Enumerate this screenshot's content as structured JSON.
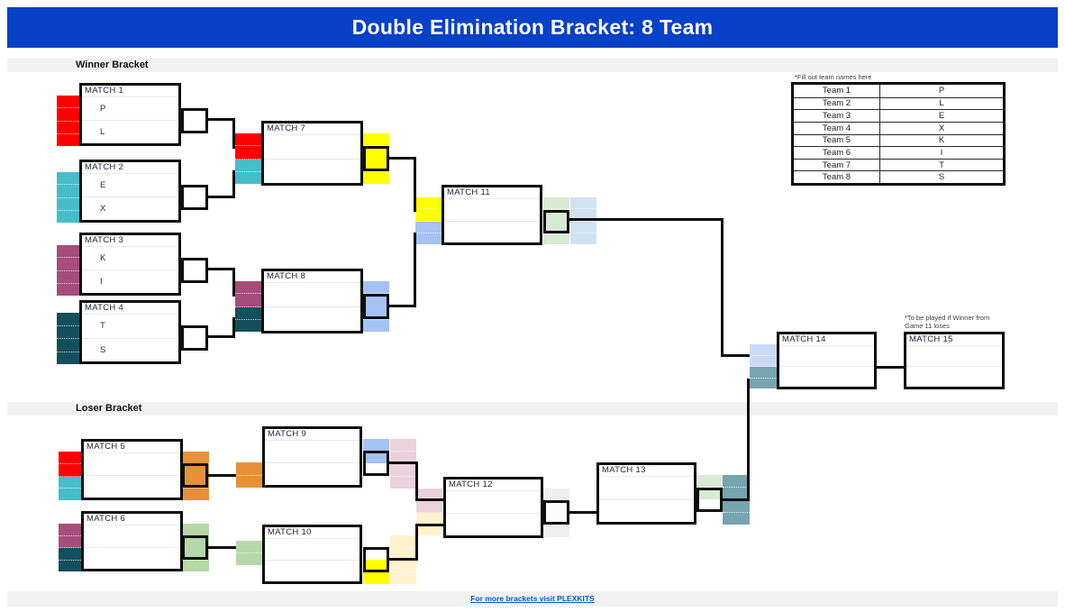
{
  "title": "Double Elimination Bracket: 8 Team",
  "sections": {
    "winner": "Winner Bracket",
    "loser": "Loser Bracket"
  },
  "notes": {
    "fill_teams": "*Fill out team names here",
    "m15_1": "*To be played if Winner from",
    "m15_2": "Game 11 loses"
  },
  "footer": {
    "link_text": "For more brackets visit PLEXKITS"
  },
  "teams": [
    {
      "name": "Team 1",
      "value": "P"
    },
    {
      "name": "Team 2",
      "value": "L"
    },
    {
      "name": "Team 3",
      "value": "E"
    },
    {
      "name": "Team 4",
      "value": "X"
    },
    {
      "name": "Team 5",
      "value": "K"
    },
    {
      "name": "Team 6",
      "value": "I"
    },
    {
      "name": "Team 7",
      "value": "T"
    },
    {
      "name": "Team 8",
      "value": "S"
    }
  ],
  "matches": {
    "m1": {
      "label": "MATCH 1",
      "top": "P",
      "bottom": "L"
    },
    "m2": {
      "label": "MATCH 2",
      "top": "E",
      "bottom": "X"
    },
    "m3": {
      "label": "MATCH 3",
      "top": "K",
      "bottom": "I"
    },
    "m4": {
      "label": "MATCH 4",
      "top": "T",
      "bottom": "S"
    },
    "m5": {
      "label": "MATCH 5"
    },
    "m6": {
      "label": "MATCH 6"
    },
    "m7": {
      "label": "MATCH 7"
    },
    "m8": {
      "label": "MATCH 8"
    },
    "m9": {
      "label": "MATCH 9"
    },
    "m10": {
      "label": "MATCH 10"
    },
    "m11": {
      "label": "MATCH 11"
    },
    "m12": {
      "label": "MATCH 12"
    },
    "m13": {
      "label": "MATCH 13"
    },
    "m14": {
      "label": "MATCH 14"
    },
    "m15": {
      "label": "MATCH 15"
    }
  },
  "palette": {
    "title_bar_blue": "#0641C8",
    "red": "#FF0000",
    "cyan": "#45BDCB",
    "dark_magenta": "#A64D79",
    "dark_teal": "#134F5C",
    "yellow": "#FFFF00",
    "light_cornflower": "#A4C2F4",
    "orange": "#E69138",
    "light_green": "#B6D7A8",
    "pale_pink": "#EAD1DC",
    "cream": "#FFF2CC",
    "light_gray": "#EFEFEF",
    "lavender_blue": "#C9DAF8",
    "steel_teal": "#76A5AF",
    "pale_green": "#D9EAD3",
    "pale_blue": "#CFE2F3",
    "link_blue": "#1155CC"
  }
}
